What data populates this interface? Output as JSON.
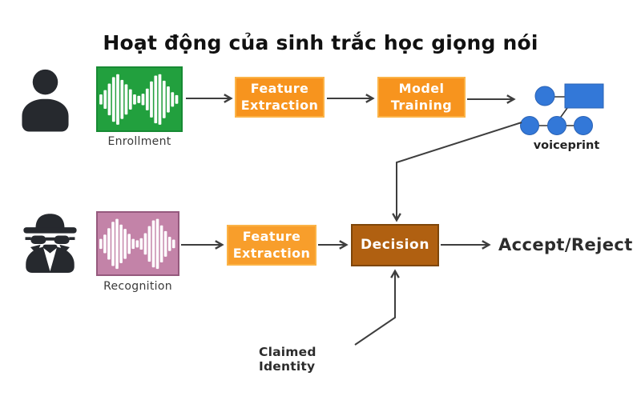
{
  "title": "Hoạt động của sinh trắc học giọng nói",
  "colors": {
    "enrollment_green": "#22A03E",
    "recognition_pink": "#C383A8",
    "process_orange": "#F7941E",
    "process_orange_border": "#FBB347",
    "decision_brown": "#B06011",
    "voiceprint_blue": "#3378D8",
    "arrow_gray": "#3E3E3E",
    "icon_dark": "#26292E"
  },
  "icons": {
    "user": "person-icon",
    "impostor": "spy-icon",
    "enrollment_sample": "waveform-icon",
    "recognition_sample": "waveform-icon",
    "voiceprint": "voiceprint-graph-icon"
  },
  "enrollment_flow": {
    "sample_label": "Enrollment",
    "feature_extraction": {
      "line1": "Feature",
      "line2": "Extraction"
    },
    "model_training": {
      "line1": "Model",
      "line2": "Training"
    },
    "voiceprint_label": "voiceprint"
  },
  "recognition_flow": {
    "sample_label": "Recognition",
    "feature_extraction": {
      "line1": "Feature",
      "line2": "Extraction"
    },
    "decision_label": "Decision",
    "result_label": "Accept/Reject",
    "claimed_identity_label": "Claimed Identity"
  }
}
